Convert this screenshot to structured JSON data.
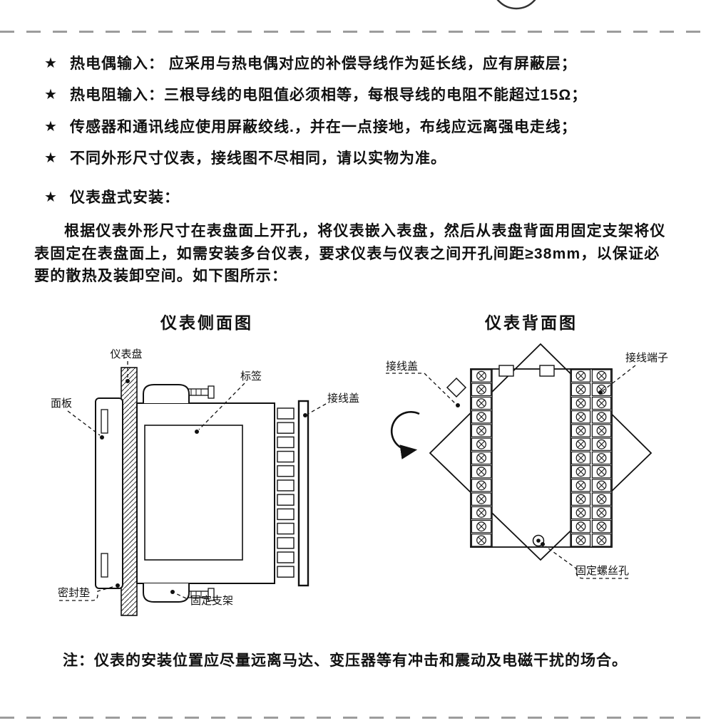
{
  "page": {
    "star": "★",
    "bullets": [
      {
        "text": "热电偶输入： 应采用与热电偶对应的补偿导线作为延长线，应有屏蔽层；"
      },
      {
        "text": "热电阻输入：三根导线的电阻值必须相等，每根导线的电阻不能超过15Ω；"
      },
      {
        "text": "传感器和通讯线应使用屏蔽绞线.，并在一点接地，布线应远离强电走线；"
      },
      {
        "text": "不同外形尺寸仪表，接线图不尽相同，请以实物为准。"
      }
    ],
    "section_heading": "仪表盘式安装：",
    "paragraph": "根据仪表外形尺寸在表盘面上开孔，将仪表嵌入表盘，然后从表盘背面用固定支架将仪表固定在表盘面上，如需安装多台仪表，要求仪表与仪表之间开孔间距≥38mm，以保证必要的散热及装卸空间。如下图所示：",
    "note": "注：仪表的安装位置应尽量远离马达、变压器等有冲击和震动及电磁干扰的场合。"
  },
  "side_view": {
    "title": "仪表侧面图",
    "labels": {
      "panel_board": "仪表盘",
      "tag": "标签",
      "wiring_cover": "接线盖",
      "front_panel": "面板",
      "seal_gasket": "密封垫",
      "fixing_bracket": "固定支架"
    }
  },
  "back_view": {
    "title": "仪表背面图",
    "labels": {
      "wiring_cover": "接线盖",
      "terminals": "接线端子",
      "screw_hole": "固定螺丝孔"
    }
  }
}
